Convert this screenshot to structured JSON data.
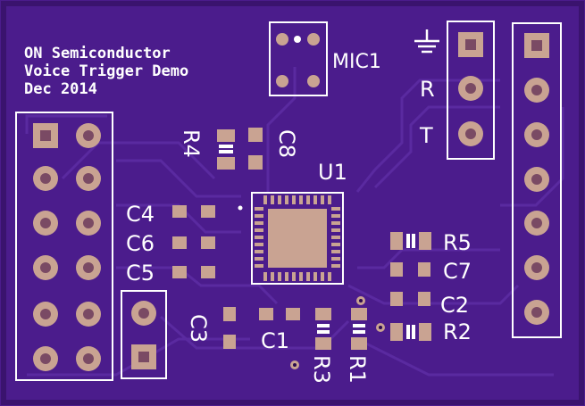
{
  "board": {
    "header_lines": [
      "ON Semiconductor",
      "Voice Trigger Demo",
      "Dec 2014"
    ],
    "colors": {
      "board": "#4b1c8c",
      "board_edge": "#3a136e",
      "trace": "#5a2aa0",
      "pad": "#c9a392",
      "pad_dark": "#7a4a64",
      "silkscreen": "#ffffff"
    }
  },
  "labels": {
    "mic": "MIC1",
    "u1": "U1",
    "r": "R",
    "t": "T",
    "c4": "C4",
    "c6": "C6",
    "c5": "C5",
    "c8": "C8",
    "r4": "R4",
    "r5": "R5",
    "c7": "C7",
    "c2": "C2",
    "r2": "R2",
    "c3": "C3",
    "c1": "C1",
    "r3": "R3",
    "r1": "R1"
  },
  "icons": {
    "ground": "ground-icon"
  }
}
